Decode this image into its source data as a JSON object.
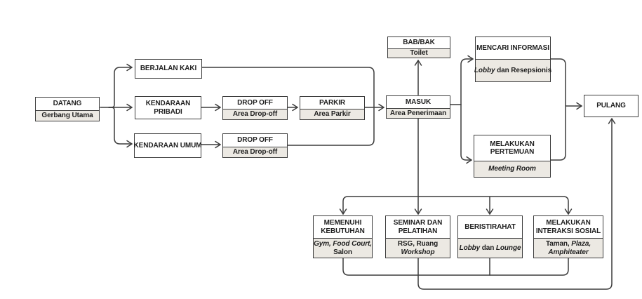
{
  "diagram": {
    "colors": {
      "canvas": "#ffffff",
      "border": "#3c3c3c",
      "line": "#3c3c3c",
      "title_bg": "#ffffff",
      "subtitle_bg": "#ece9e3",
      "text": "#1e1e1e"
    },
    "nodes": [
      {
        "id": "datang",
        "title": [
          "DATANG"
        ],
        "subtitle": [
          [
            {
              "t": "Gerbang Utama"
            }
          ]
        ]
      },
      {
        "id": "berjalan-kaki",
        "title": [
          "BERJALAN KAKI"
        ],
        "subtitle": null
      },
      {
        "id": "kendaraan-pribadi",
        "title": [
          "KENDARAAN",
          "PRIBADI"
        ],
        "subtitle": null
      },
      {
        "id": "kendaraan-umum",
        "title": [
          "KENDARAAN UMUM"
        ],
        "subtitle": null
      },
      {
        "id": "dropoff-1",
        "title": [
          "DROP OFF"
        ],
        "subtitle": [
          [
            {
              "t": "Area Drop-off"
            }
          ]
        ]
      },
      {
        "id": "parkir",
        "title": [
          "PARKIR"
        ],
        "subtitle": [
          [
            {
              "t": "Area Parkir"
            }
          ]
        ]
      },
      {
        "id": "dropoff-2",
        "title": [
          "DROP OFF"
        ],
        "subtitle": [
          [
            {
              "t": "Area Drop-off"
            }
          ]
        ]
      },
      {
        "id": "masuk",
        "title": [
          "MASUK"
        ],
        "subtitle": [
          [
            {
              "t": "Area Penerimaan"
            }
          ]
        ]
      },
      {
        "id": "bab-bak",
        "title": [
          "BAB/BAK"
        ],
        "subtitle": [
          [
            {
              "t": "Toilet"
            }
          ]
        ]
      },
      {
        "id": "mencari-informasi",
        "title": [
          "MENCARI INFORMASI"
        ],
        "subtitle": [
          [
            {
              "t": "Lobby",
              "i": 1
            },
            {
              "t": " dan Resepsionis"
            }
          ]
        ]
      },
      {
        "id": "melakukan-pertemuan",
        "title": [
          "MELAKUKAN",
          "PERTEMUAN"
        ],
        "subtitle": [
          [
            {
              "t": "Meeting Room",
              "i": 1
            }
          ]
        ]
      },
      {
        "id": "pulang",
        "title": [
          "PULANG"
        ],
        "subtitle": null
      },
      {
        "id": "memenuhi-kebutuhan",
        "title": [
          "MEMENUHI",
          "KEBUTUHAN"
        ],
        "subtitle": [
          [
            {
              "t": "Gym, Food Court,",
              "i": 1
            }
          ],
          [
            {
              "t": "Salon"
            }
          ]
        ]
      },
      {
        "id": "seminar-pelatihan",
        "title": [
          "SEMINAR DAN",
          "PELATIHAN"
        ],
        "subtitle": [
          [
            {
              "t": "RSG, Ruang"
            }
          ],
          [
            {
              "t": "Workshop",
              "i": 1
            }
          ]
        ]
      },
      {
        "id": "beristirahat",
        "title": [
          "BERISTIRAHAT"
        ],
        "subtitle": [
          [
            {
              "t": "Lobby",
              "i": 1
            },
            {
              "t": " dan "
            },
            {
              "t": "Lounge",
              "i": 1
            }
          ]
        ]
      },
      {
        "id": "melakukan-interaksi-sosial",
        "title": [
          "MELAKUKAN",
          "INTERAKSI SOSIAL"
        ],
        "subtitle": [
          [
            {
              "t": "Taman, "
            },
            {
              "t": "Plaza,",
              "i": 1
            }
          ],
          [
            {
              "t": "Amphiteater",
              "i": 1
            }
          ]
        ]
      }
    ],
    "edges": [
      {
        "from": "datang",
        "to": "berjalan-kaki"
      },
      {
        "from": "datang",
        "to": "kendaraan-pribadi"
      },
      {
        "from": "datang",
        "to": "kendaraan-umum"
      },
      {
        "from": "kendaraan-pribadi",
        "to": "dropoff-1"
      },
      {
        "from": "dropoff-1",
        "to": "parkir"
      },
      {
        "from": "parkir",
        "to": "masuk"
      },
      {
        "from": "berjalan-kaki",
        "to": "masuk"
      },
      {
        "from": "kendaraan-umum",
        "to": "dropoff-2"
      },
      {
        "from": "dropoff-2",
        "to": "masuk"
      },
      {
        "from": "masuk",
        "to": "bab-bak"
      },
      {
        "from": "masuk",
        "to": "mencari-informasi"
      },
      {
        "from": "masuk",
        "to": "melakukan-pertemuan"
      },
      {
        "from": "mencari-informasi",
        "to": "pulang"
      },
      {
        "from": "melakukan-pertemuan",
        "to": "pulang"
      },
      {
        "from": "masuk",
        "to": "memenuhi-kebutuhan"
      },
      {
        "from": "masuk",
        "to": "seminar-pelatihan"
      },
      {
        "from": "masuk",
        "to": "beristirahat"
      },
      {
        "from": "masuk",
        "to": "melakukan-interaksi-sosial"
      },
      {
        "from": "memenuhi-kebutuhan",
        "to": "pulang"
      },
      {
        "from": "seminar-pelatihan",
        "to": "pulang"
      },
      {
        "from": "beristirahat",
        "to": "pulang"
      },
      {
        "from": "melakukan-interaksi-sosial",
        "to": "pulang"
      }
    ]
  }
}
